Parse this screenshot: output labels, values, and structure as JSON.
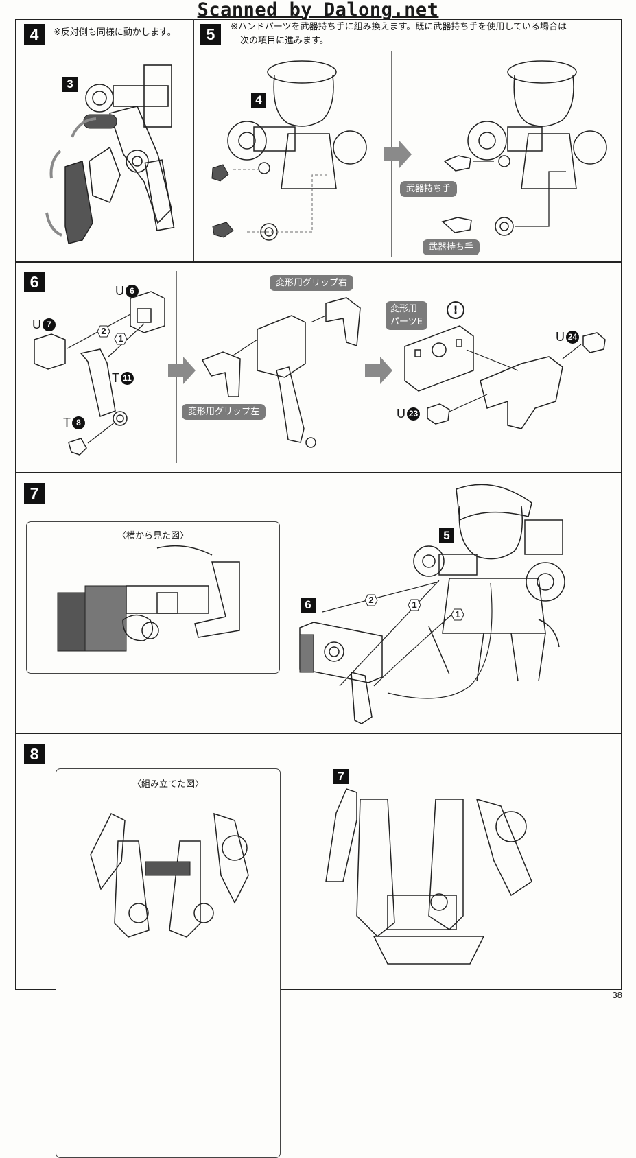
{
  "watermark": "Scanned by Dalong.net",
  "page_number": "38",
  "steps": {
    "s4": {
      "num": "4",
      "note": "※反対側も同様に動かします。",
      "sub": "3"
    },
    "s5": {
      "num": "5",
      "note_line1": "※ハンドパーツを武器持ち手に組み換えます。既に武器持ち手を使用している場合は",
      "note_line2": "次の項目に進みます。",
      "sub": "4",
      "label_a": "武器持ち手",
      "label_b": "武器持ち手"
    },
    "s6": {
      "num": "6",
      "u6_letter": "U",
      "u6_num": "6",
      "u7_letter": "U",
      "u7_num": "7",
      "t11_letter": "T",
      "t11_num": "11",
      "t8_letter": "T",
      "t8_num": "8",
      "seq2": "2",
      "seq1": "1",
      "grip_right": "変形用グリップ右",
      "grip_left": "変形用グリップ左",
      "parts_e_line1": "変形用",
      "parts_e_line2": "パーツE",
      "exclaim": "!",
      "u24_letter": "U",
      "u24_num": "24",
      "u23_letter": "U",
      "u23_num": "23"
    },
    "s7": {
      "num": "7",
      "inset_title": "〈横から見た図〉",
      "sub5": "5",
      "sub6": "6",
      "seq2": "2",
      "seq1a": "1",
      "seq1b": "1"
    },
    "s8": {
      "num": "8",
      "inset_title": "〈組み立てた図〉",
      "sub7": "7"
    }
  },
  "colors": {
    "ink": "#1a1a1a",
    "pill_bg": "#7b7b7b",
    "arrow_gray": "#8a8a8a",
    "dark_part": "#555555"
  }
}
